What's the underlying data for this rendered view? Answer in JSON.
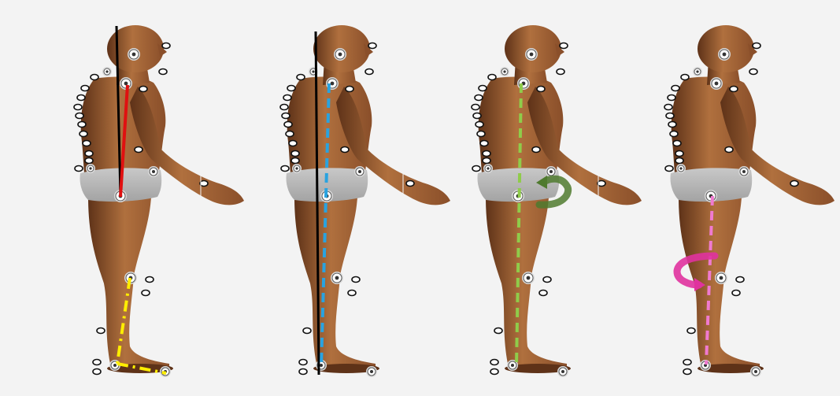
{
  "figure": {
    "background": "#f3f3f3",
    "skin_color": "#8a4f2a",
    "skin_shade": "#5e3218",
    "skin_light": "#b0703e",
    "trunks_color": "#a3a3a3",
    "marker_color_white": "#ffffff",
    "marker_color_black": "#111111"
  },
  "panels": [
    {
      "id": "panel-1",
      "lines": [
        {
          "name": "vertical-reference-line",
          "color": "#000000",
          "style": "solid"
        },
        {
          "name": "trunk-line",
          "color": "#e01010",
          "style": "solid"
        },
        {
          "name": "shank-line",
          "color": "#ffee00",
          "style": "dash-dot"
        },
        {
          "name": "foot-line",
          "color": "#ffee00",
          "style": "dash-dot"
        }
      ],
      "arrow": null
    },
    {
      "id": "panel-2",
      "lines": [
        {
          "name": "vertical-reference-line",
          "color": "#000000",
          "style": "solid"
        },
        {
          "name": "whole-body-line",
          "color": "#29a3e0",
          "style": "dashed"
        }
      ],
      "arrow": null
    },
    {
      "id": "panel-3",
      "lines": [
        {
          "name": "whole-body-line",
          "color": "#8fcc4a",
          "style": "dashed"
        }
      ],
      "arrow": {
        "name": "pelvis-rotation-arrow",
        "color": "#4f7a2e",
        "location": "pelvis"
      }
    },
    {
      "id": "panel-4",
      "lines": [
        {
          "name": "leg-line",
          "color": "#f07ad0",
          "style": "dashed"
        }
      ],
      "arrow": {
        "name": "knee-rotation-arrow",
        "color": "#e0329e",
        "location": "knee"
      }
    }
  ]
}
